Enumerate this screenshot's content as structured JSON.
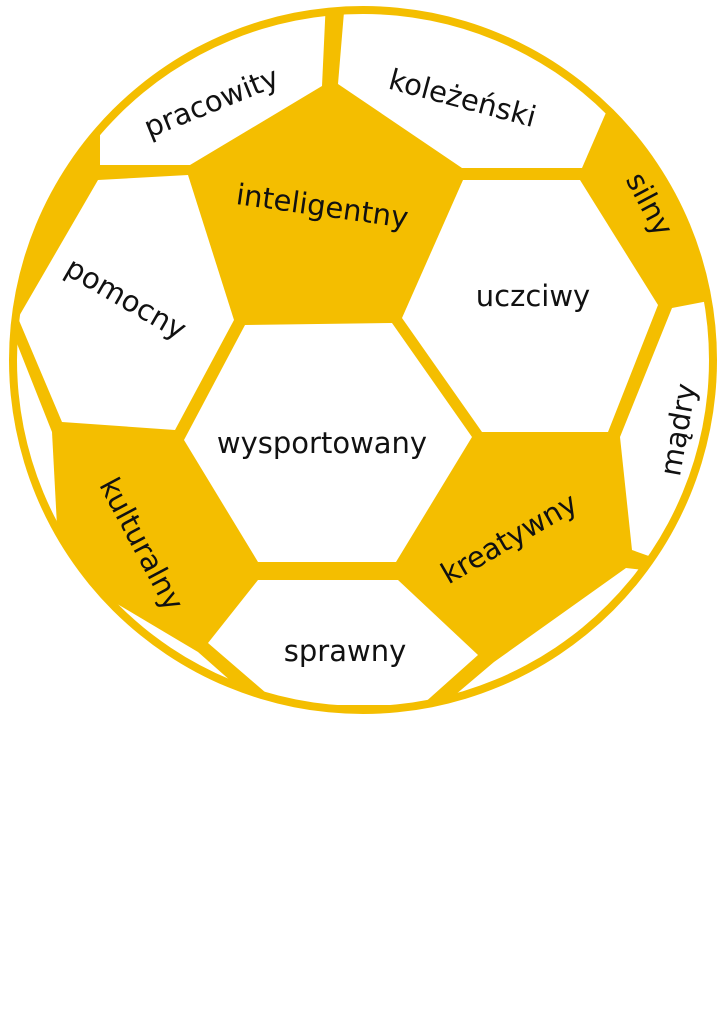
{
  "colors": {
    "ball_gold": "#F4BE00",
    "panel_white": "#FFFFFF",
    "text": "#111111"
  },
  "words": {
    "pracowity": "pracowity",
    "kolezenski": "koleżeński",
    "silny": "silny",
    "inteligentny": "inteligentny",
    "pomocny": "pomocny",
    "uczciwy": "uczciwy",
    "madry": "mądry",
    "wysportowany": "wysportowany",
    "kulturalny": "kulturalny",
    "kreatywny": "kreatywny",
    "sprawny": "sprawny"
  }
}
